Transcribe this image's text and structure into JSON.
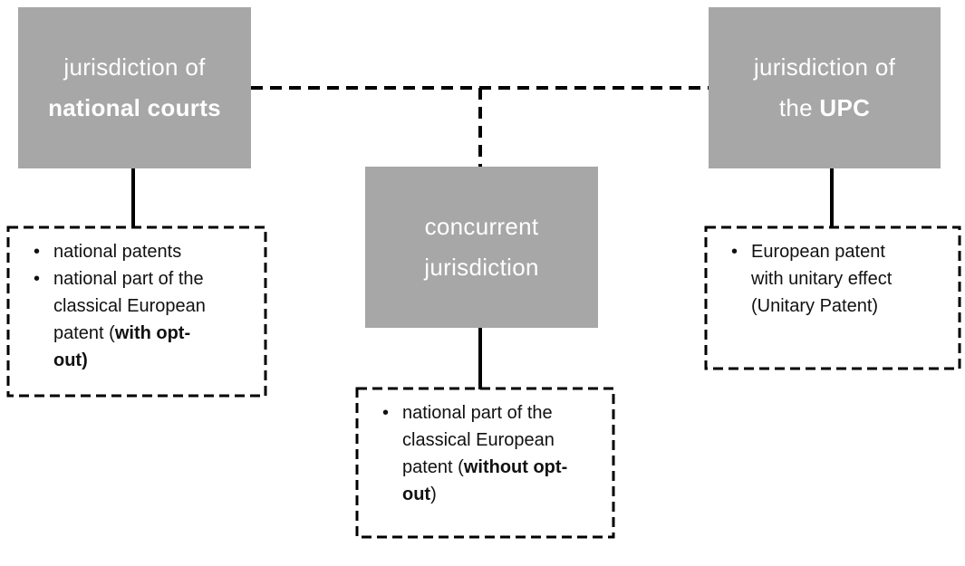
{
  "colors": {
    "node_fill": "#a7a7a7",
    "node_text": "#ffffff",
    "line_color": "#000000",
    "text_color": "#111111",
    "background": "#ffffff"
  },
  "nodes": {
    "national_courts": {
      "line1": "jurisdiction of",
      "line2_bold": "national courts"
    },
    "upc": {
      "line1": "jurisdiction of",
      "line2_pre": "the ",
      "line2_bold": "UPC"
    },
    "concurrent": {
      "line1": "concurrent",
      "line2": "jurisdiction"
    }
  },
  "lists": {
    "national_courts": {
      "items": [
        {
          "pre": "national patents",
          "bold": "",
          "post": ""
        },
        {
          "pre": "national part of the classical European patent (",
          "bold": "with opt-out)",
          "post": ""
        }
      ]
    },
    "concurrent": {
      "items": [
        {
          "pre": "national part of the classical European patent (",
          "bold": "without opt-out",
          "post": ")"
        }
      ]
    },
    "upc": {
      "items": [
        {
          "pre": "European patent with unitary effect (Unitary Patent)",
          "bold": "",
          "post": ""
        }
      ]
    }
  }
}
